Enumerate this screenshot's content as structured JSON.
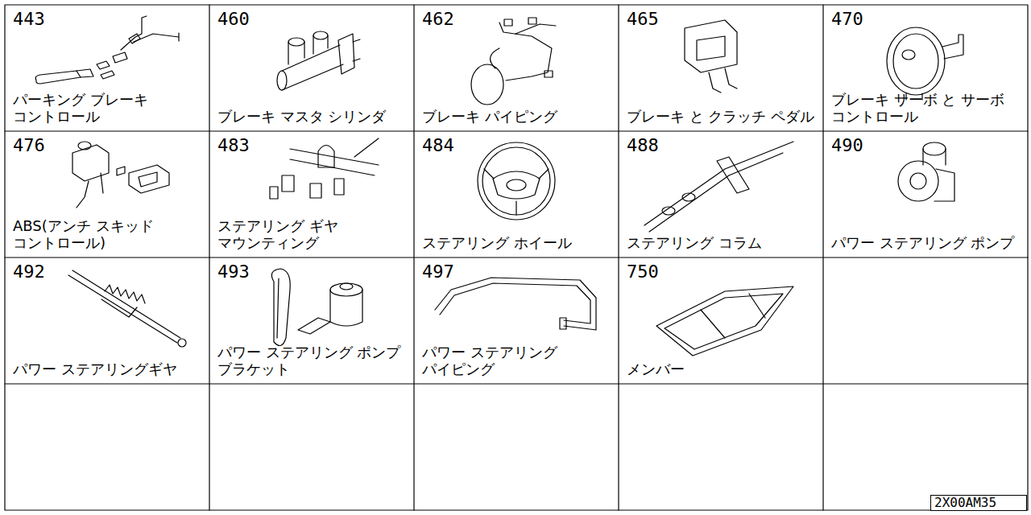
{
  "diagram": {
    "nodes": [
      {
        "text": [
          "443",
          "パーキング ブレーキ コントロール"
        ]
      },
      {
        "text": [
          "460",
          "ブレーキ マスタ シリンダ"
        ]
      },
      {
        "text": [
          "462",
          "ブレーキ パイピング"
        ]
      },
      {
        "text": [
          "465",
          "ブレーキ と クラッチ ペダル"
        ]
      },
      {
        "text": [
          "470",
          "ブレーキ サーボ と サーボ コントロール"
        ]
      },
      {
        "text": [
          "476",
          "ABS(アンチ スキッド コントロール)"
        ]
      },
      {
        "text": [
          "483",
          "ステアリング ギヤ マウンティング"
        ]
      },
      {
        "text": [
          "484",
          "ステアリング ホイール"
        ]
      },
      {
        "text": [
          "488",
          "ステアリング コラム"
        ]
      },
      {
        "text": [
          "490",
          "パワー ステアリング ポンプ"
        ]
      },
      {
        "text": [
          "492",
          "パワー ステアリングギヤ"
        ]
      },
      {
        "text": [
          "493",
          "パワー ステアリング ポンプ ブラケット"
        ]
      },
      {
        "text": [
          "497",
          "パワー ステアリング パイピング"
        ]
      },
      {
        "text": [
          "750",
          "メンバー"
        ]
      },
      {
        "text": [
          "2X00AM35"
        ]
      }
    ]
  }
}
